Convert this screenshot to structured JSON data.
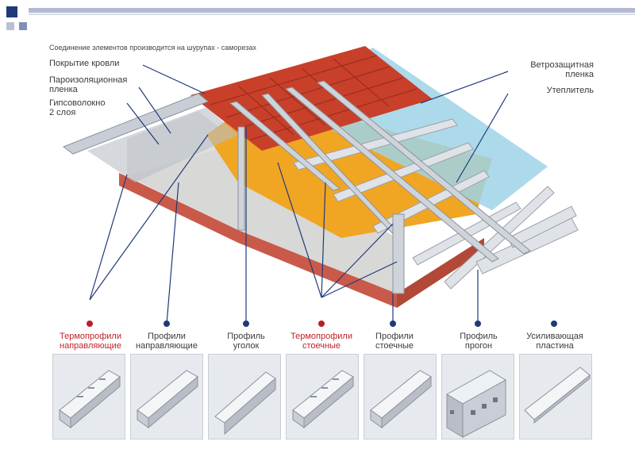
{
  "caption": "Соединение элементов производится на шурупах - саморезах",
  "labels": {
    "roof_covering": "Покрытие кровли",
    "vapor_film": "Пароизоляционная\nпленка",
    "gypsum_fiber": "Гипсоволокно\n2 слоя",
    "wind_film": "Ветрозащитная\nпленка",
    "insulation": "Утеплитель"
  },
  "profiles": [
    {
      "label": "Термопрофили\nнаправляющие",
      "highlight": true
    },
    {
      "label": "Профили\nнаправляющие",
      "highlight": false
    },
    {
      "label": "Профиль\nуголок",
      "highlight": false
    },
    {
      "label": "Термопрофили\nстоечные",
      "highlight": true
    },
    {
      "label": "Профили\nстоечные",
      "highlight": false
    },
    {
      "label": "Профиль\nпрогон",
      "highlight": false
    },
    {
      "label": "Усиливающая\nпластина",
      "highlight": false
    }
  ],
  "colors": {
    "roof_tile": "#c8402a",
    "insulation": "#f0a623",
    "wind_film": "#9fd4e8",
    "brick": "#c95a4a",
    "steel": "#c9ced6",
    "accent_dark": "#1f3a78",
    "accent_red": "#b5222a"
  }
}
